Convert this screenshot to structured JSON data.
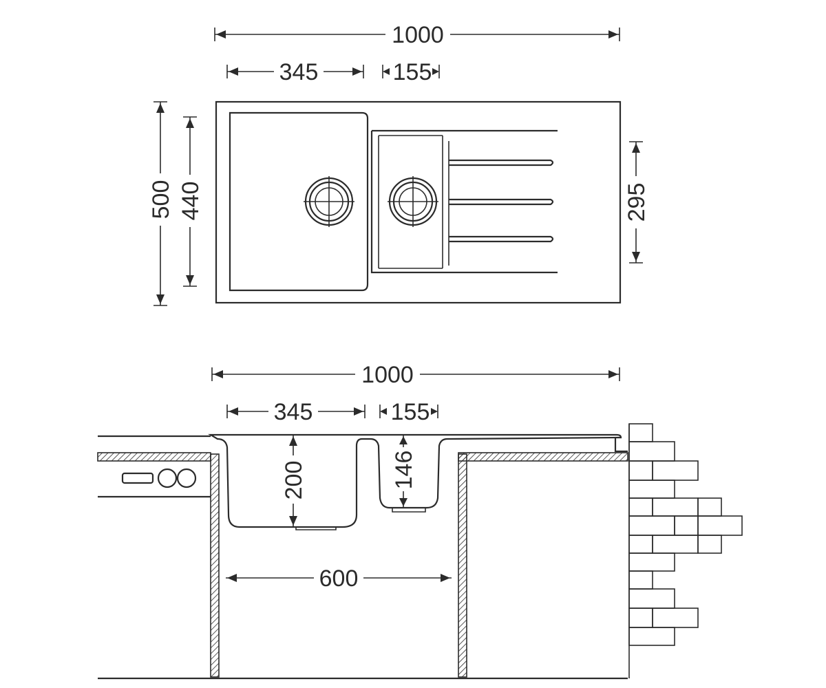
{
  "top_view": {
    "overall_length": "1000",
    "bowl_width": "345",
    "small_bowl_width": "155",
    "overall_depth": "500",
    "bowl_depth": "440",
    "drainer_depth": "295"
  },
  "side_view": {
    "overall_length": "1000",
    "bowl_width": "345",
    "small_bowl_width": "155",
    "bowl_height": "200",
    "small_bowl_height": "146",
    "cabinet_width": "600"
  }
}
